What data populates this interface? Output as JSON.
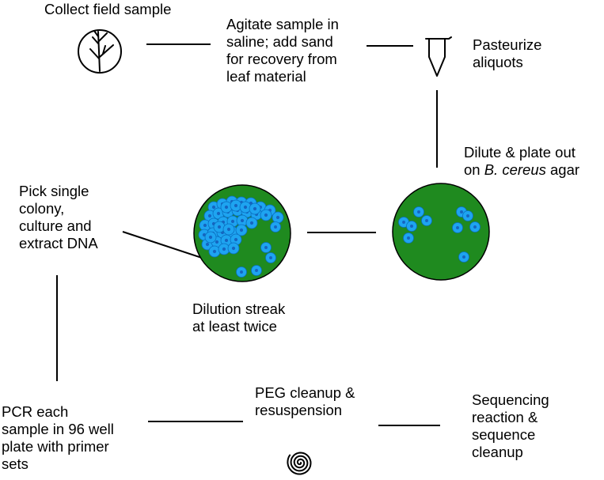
{
  "steps": {
    "collect": "Collect field sample",
    "agitate": [
      "Agitate sample in",
      "saline; add sand",
      "for recovery from",
      "leaf material"
    ],
    "pasteurize": [
      "Pasteurize",
      "aliquots"
    ],
    "dilute": [
      "Dilute & plate out",
      "on ",
      "B. cereus",
      " agar"
    ],
    "pick": [
      "Pick single",
      "colony,",
      "culture and",
      "extract DNA"
    ],
    "streak": [
      "Dilution streak",
      "at least twice"
    ],
    "pcr": [
      "PCR each",
      "sample in 96 well",
      "plate with primer",
      "sets"
    ],
    "peg": [
      "PEG cleanup &",
      "resuspension"
    ],
    "sequencing": [
      "Sequencing",
      "reaction &",
      "sequence",
      "cleanup"
    ]
  },
  "colors": {
    "plate_fill": "#1f8a1f",
    "colony_fill": "#1ea4f0",
    "colony_center": "#1565c0"
  },
  "icons": [
    "tree-branch-icon",
    "tube-icon",
    "spiral-icon"
  ]
}
